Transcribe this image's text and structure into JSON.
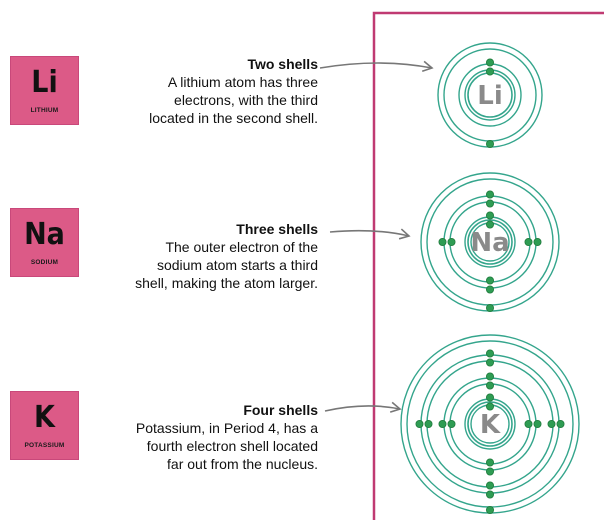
{
  "colors": {
    "tile": "#dc5a87",
    "panel_border": "#c03a72",
    "shell": "#34a58c",
    "electron": "#2e9c53",
    "symbol_in_atom": "#8a8a8a",
    "arrow": "#777777"
  },
  "elements": [
    {
      "symbol": "Li",
      "name": "LITHIUM",
      "title": "Two shells",
      "lines": [
        "A lithium atom has three",
        "electrons, with the third",
        "located in the second shell."
      ],
      "shells": [
        2,
        1
      ]
    },
    {
      "symbol": "Na",
      "name": "SODIUM",
      "title": "Three shells",
      "lines": [
        "The outer electron of the",
        "sodium atom starts a third",
        "shell, making the atom larger."
      ],
      "shells": [
        2,
        8,
        1
      ]
    },
    {
      "symbol": "K",
      "name": "POTASSIUM",
      "title": "Four shells",
      "lines": [
        "Potassium, in Period 4, has a",
        "fourth electron shell located",
        "far out from the nucleus."
      ],
      "shells": [
        2,
        8,
        8,
        1
      ]
    }
  ]
}
